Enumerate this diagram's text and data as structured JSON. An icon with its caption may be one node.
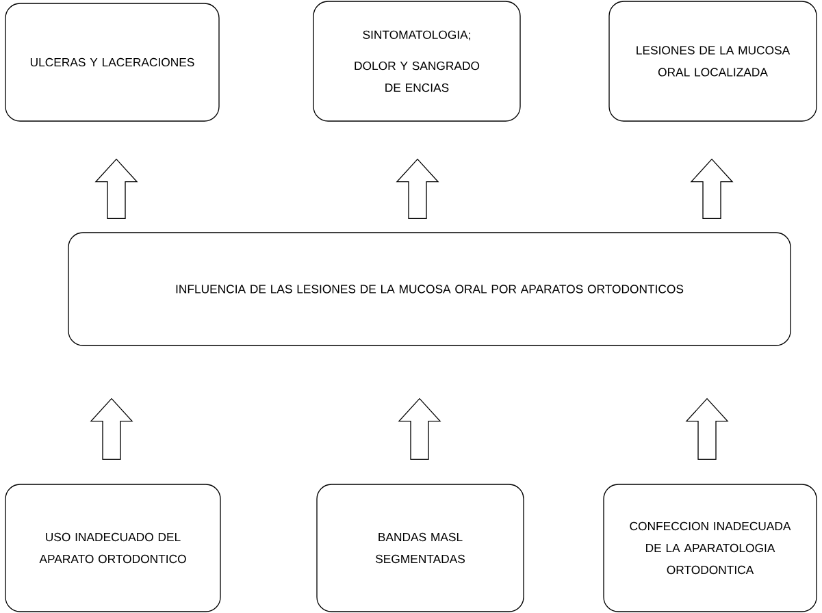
{
  "diagram": {
    "nodes": [
      {
        "text": [
          "ULCERAS Y LACERACIONES"
        ]
      },
      {
        "text": [
          "SINTOMATOLOGIA;",
          "DOLOR Y SANGRADO DE ENCIAS"
        ]
      },
      {
        "text": [
          "LESIONES DE LA MUCOSA ORAL LOCALIZADA"
        ]
      },
      {
        "text": [
          "INFLUENCIA DE LAS LESIONES DE LA MUCOSA ORAL POR APARATOS ORTODONTICOS"
        ]
      },
      {
        "text": [
          "USO INADECUADO DEL APARATO ORTODONTICO"
        ]
      },
      {
        "text": [
          "BANDAS MASL SEGMENTADAS"
        ]
      },
      {
        "text": [
          "CONFECCION INADECUADA DE LA APARATOLOGIA ORTODONTICA"
        ]
      }
    ],
    "edges": [
      {
        "from": 3,
        "to": 0,
        "arrow": "to"
      },
      {
        "from": 3,
        "to": 1,
        "arrow": "to"
      },
      {
        "from": 3,
        "to": 2,
        "arrow": "to"
      },
      {
        "from": 4,
        "to": 3,
        "arrow": "to"
      },
      {
        "from": 5,
        "to": 3,
        "arrow": "to"
      },
      {
        "from": 6,
        "to": 3,
        "arrow": "to"
      }
    ]
  }
}
